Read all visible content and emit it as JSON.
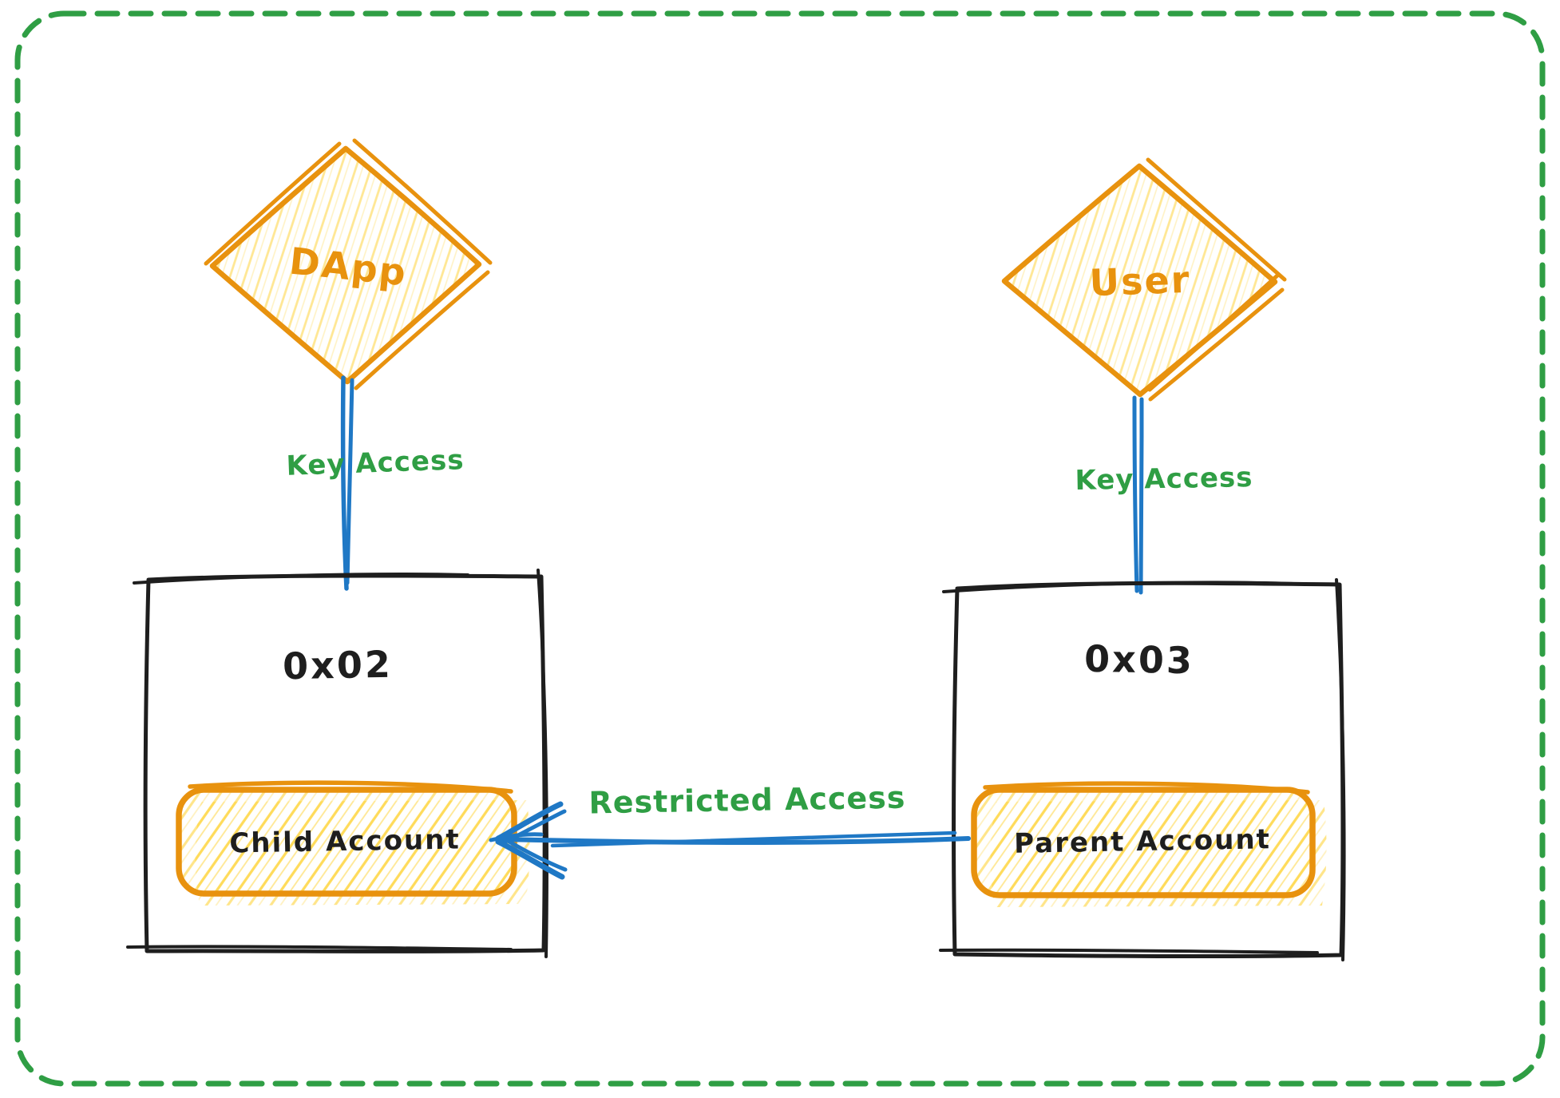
{
  "canvas": {
    "background": "#ffffff"
  },
  "palette": {
    "frame_green": "#2f9e44",
    "label_green": "#2f9e44",
    "orange_stroke": "#e8920e",
    "yellow_hatch": "#ffd43b",
    "connector_blue": "#1f78c5",
    "ink_black": "#1e1e1e"
  },
  "nodes": {
    "dapp_diamond": {
      "label": "DApp"
    },
    "user_diamond": {
      "label": "User"
    },
    "left_box": {
      "label": "0x02"
    },
    "right_box": {
      "label": "0x03"
    },
    "child_account": {
      "label": "Child Account"
    },
    "parent_account": {
      "label": "Parent Account"
    }
  },
  "edges": {
    "dapp_key_access": {
      "label": "Key Access"
    },
    "user_key_access": {
      "label": "Key Access"
    },
    "restricted_access": {
      "label": "Restricted Access"
    }
  }
}
